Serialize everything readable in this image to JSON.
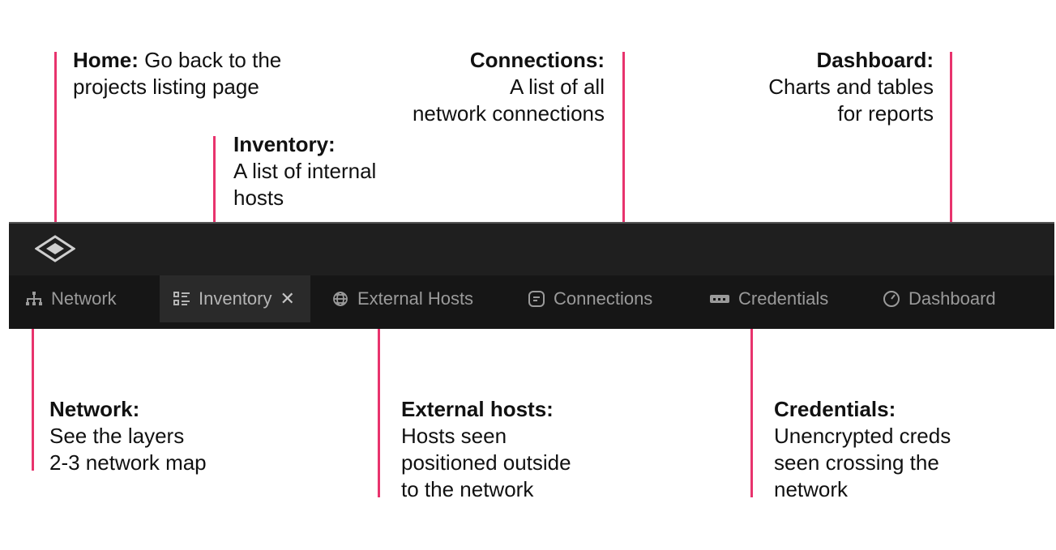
{
  "annotations": {
    "home": {
      "title": "Home:",
      "desc": "Go back to the\nprojects listing page"
    },
    "inventory": {
      "title": "Inventory:",
      "desc": "A list of internal\nhosts"
    },
    "connections": {
      "title": "Connections:",
      "desc": "A list of all\nnetwork connections"
    },
    "dashboard": {
      "title": "Dashboard:",
      "desc": "Charts and tables\nfor reports"
    },
    "network": {
      "title": "Network:",
      "desc": "See the layers\n2-3 network map"
    },
    "external_hosts": {
      "title": "External hosts:",
      "desc": "Hosts seen\npositioned outside\nto the network"
    },
    "credentials": {
      "title": "Credentials:",
      "desc": "Unencrypted creds\nseen crossing the\nnetwork"
    }
  },
  "tabs": [
    {
      "label": "Network",
      "icon": "network-icon"
    },
    {
      "label": "Inventory",
      "icon": "inventory-icon",
      "active": true,
      "close": "✕"
    },
    {
      "label": "External Hosts",
      "icon": "globe-icon"
    },
    {
      "label": "Connections",
      "icon": "connections-icon"
    },
    {
      "label": "Credentials",
      "icon": "credentials-icon"
    },
    {
      "label": "Dashboard",
      "icon": "gauge-icon"
    }
  ],
  "colors": {
    "accent_line": "#e8336d",
    "bar_bg": "#1f1f1f",
    "tab_bg": "#161616",
    "active_tab_bg": "#2a2a2a"
  }
}
